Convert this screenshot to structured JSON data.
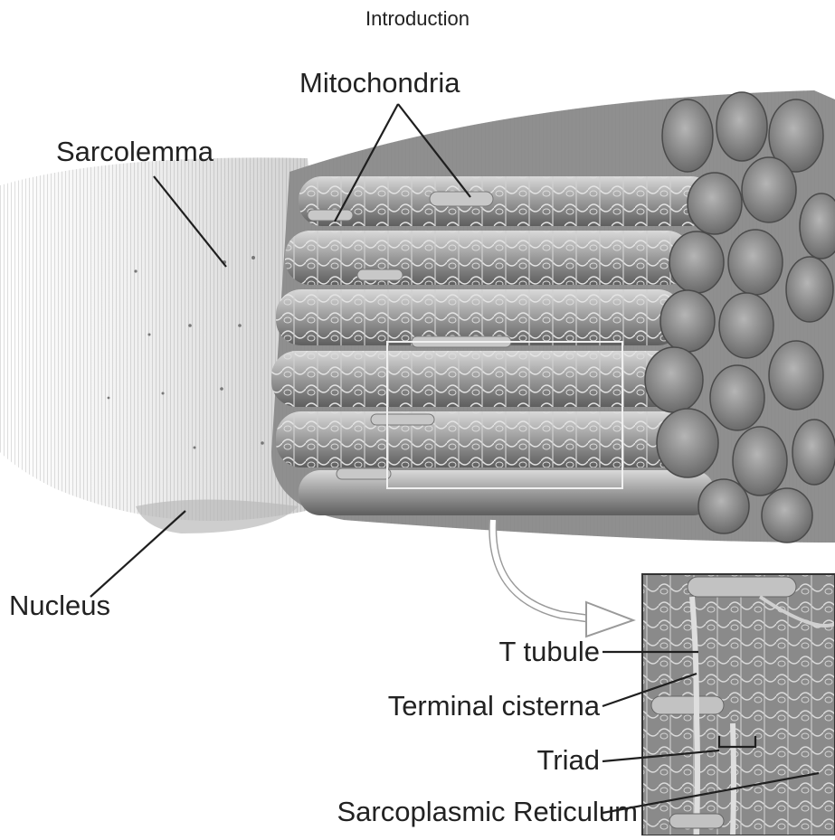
{
  "title": "Introduction",
  "labels": {
    "mitochondria": "Mitochondria",
    "sarcolemma": "Sarcolemma",
    "nucleus": "Nucleus",
    "t_tubule": "T tubule",
    "terminal_cisterna": "Terminal cisterna",
    "triad": "Triad",
    "sarcoplasmic_reticulum": "Sarcoplasmic Reticulum"
  },
  "colors": {
    "background": "#ffffff",
    "fiber_light": "#e8e8e8",
    "fiber_dark": "#6e6e6e",
    "leader_line": "#222222"
  }
}
